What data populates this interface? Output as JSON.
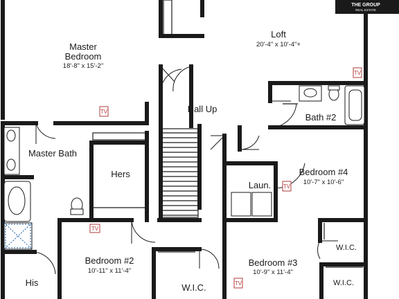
{
  "rooms": [
    {
      "name": "Master",
      "name2": "Bedroom",
      "dims": "18'-8\" x 15'-2\""
    },
    {
      "name": "Loft",
      "dims": "20'-4\" x 10'-4\"+"
    },
    {
      "name": "Hall Up"
    },
    {
      "name": "Bath #2"
    },
    {
      "name": "Master Bath"
    },
    {
      "name": "Hers"
    },
    {
      "name": "Bedroom #4",
      "dims": "10'-7\" x 10'-6\""
    },
    {
      "name": "Laun."
    },
    {
      "name": "Bedroom #2",
      "dims": "10'-11\" x 11'-4\""
    },
    {
      "name": "Bedroom #3",
      "dims": "10'-9\" x 11'-4\""
    },
    {
      "name": "W.I.C."
    },
    {
      "name": "W.I.C."
    },
    {
      "name": "W.I.C."
    },
    {
      "name": "His"
    }
  ],
  "tv_label": "TV",
  "logo": {
    "line1": "THE GROUP",
    "line2": "REAL ESTATE"
  },
  "colors": {
    "wall": "#1a1a1a",
    "tv_outlet": "#b13b3b",
    "shower_glass": "#1f5ea8"
  }
}
